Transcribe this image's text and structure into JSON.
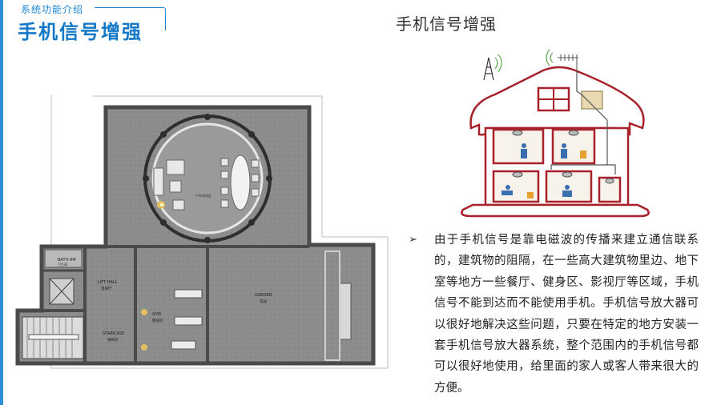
{
  "header": {
    "section_label": "系统功能介绍",
    "page_heading": "手机信号增强"
  },
  "slide": {
    "title": "手机信号增强",
    "bullet": "➢",
    "description": "由于手机信号是靠电磁波的传播来建立通信联系的，建筑物的阻隔，在一些高大建筑物里边、地下室等地方一些餐厅、健身区、影视厅等区域，手机信号不能到达而不能使用手机。手机信号放大器可以很好地解决这些问题，只要在特定的地方安装一套手机信号放大器系统，整个范围内的手机信号都可以很好地使用，给里面的家人或客人带来很大的方便。"
  },
  "floorplan": {
    "labels": {
      "bath": "BATH RM",
      "bath_cn": "卫生间",
      "lift": "LIFT HALL",
      "lift_cn": "电梯厅",
      "stair": "STAIRCASE",
      "stair_cn": "楼梯间",
      "gym": "GYM",
      "gym_cn": "健身房",
      "garden": "GARDEN",
      "garden_cn": "花园",
      "lounge": "户外休闲区"
    }
  },
  "colors": {
    "accent": "#1e88d6",
    "house_line": "#a8202a",
    "floor": "#8d8d8d"
  }
}
